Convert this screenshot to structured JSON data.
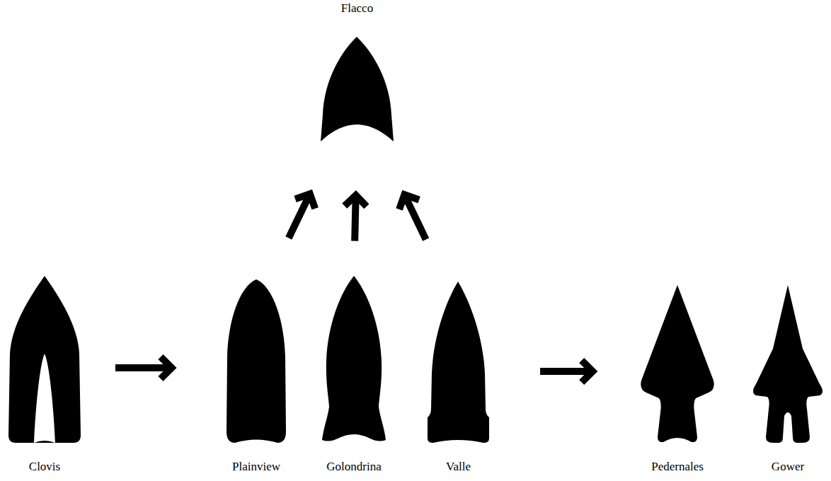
{
  "diagram": {
    "nodes": [
      {
        "text": [
          "Flacco"
        ]
      },
      {
        "text": [
          "Clovis"
        ]
      },
      {
        "text": [
          "Plainview"
        ]
      },
      {
        "text": [
          "Golondrina"
        ]
      },
      {
        "text": [
          "Valle"
        ]
      },
      {
        "text": [
          "Pedernales"
        ]
      },
      {
        "text": [
          "Gower"
        ]
      }
    ],
    "edges": [
      {
        "from": 1,
        "to": 2,
        "arrow": "to"
      },
      {
        "from": 4,
        "to": 5,
        "arrow": "to"
      },
      {
        "from": 2,
        "to": 0,
        "arrow": "to"
      },
      {
        "from": 3,
        "to": 0,
        "arrow": "to"
      },
      {
        "from": 4,
        "to": 0,
        "arrow": "to"
      }
    ]
  }
}
